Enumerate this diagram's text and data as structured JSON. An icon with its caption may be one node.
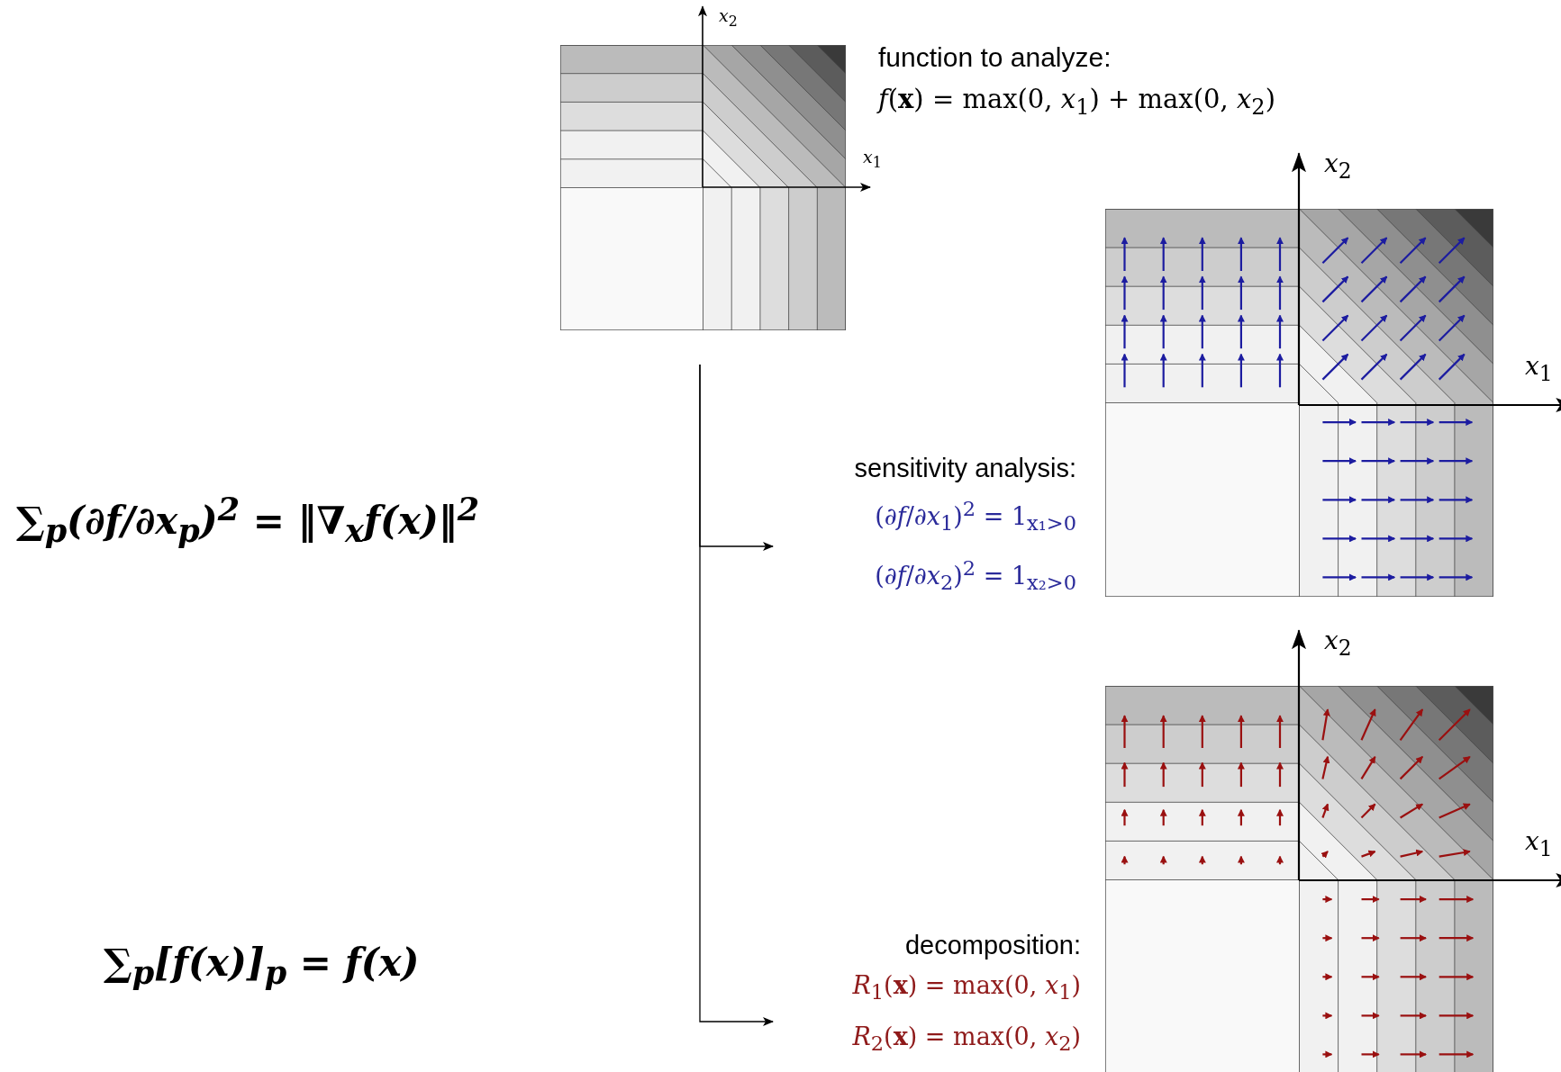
{
  "diagram": {
    "nodes": [
      {
        "text": [],
        "shape": "picture",
        "beside": [
          "function to analyze:",
          "*f*(**x**) = max(0, *x*$_{1}$) + max(0, *x*$_{2}$)"
        ]
      },
      {
        "text": [
          "sensitivity analysis:",
          "(∂*f*/∂*x*$_{1}$)$^{2}$ = 1$_{x₁>0}$",
          "(∂*f*/∂*x*$_{2}$)$^{2}$ = 1$_{x₂>0}$"
        ]
      },
      {
        "text": [],
        "shape": "picture"
      },
      {
        "text": [
          "decomposition:",
          "*R*$_{1}$(**x**) = max(0, *x*$_{1}$)",
          "*R*$_{2}$(**x**) = max(0, *x*$_{2}$)"
        ]
      },
      {
        "text": [],
        "shape": "picture"
      }
    ],
    "edges": [
      {
        "from": 0,
        "to": 1,
        "arrow": "to"
      },
      {
        "from": 0,
        "to": 3,
        "arrow": "to"
      }
    ],
    "labels": [
      "*x*$_{2}$",
      "*x*$_{1}$",
      "*x*$_{2}$",
      "*x*$_{1}$",
      "∑$_{p}$(∂f/∂x$_{p}$)$^{2}$ = ‖∇$_{x}$f(x)‖$^{2}$",
      "*x*$_{2}$",
      "*x*$_{1}$",
      "∑$_{p}$[f(x)]$_{p}$ = f(x)"
    ]
  }
}
